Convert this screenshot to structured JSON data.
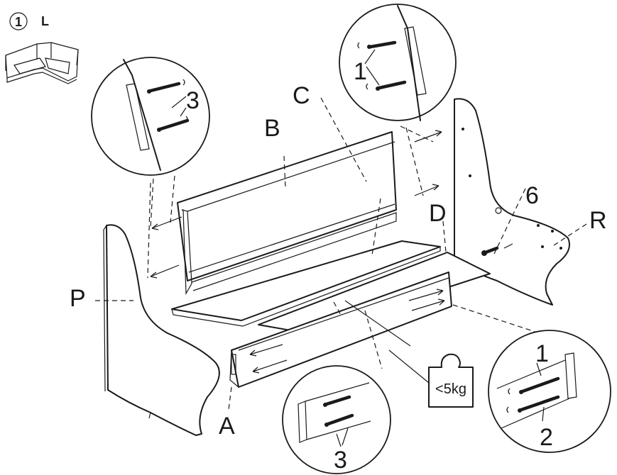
{
  "step": {
    "number": "1",
    "variant": "L"
  },
  "parts": {
    "a": "A",
    "b": "B",
    "c": "C",
    "d": "D",
    "p": "P",
    "r": "R"
  },
  "hardware_callouts": {
    "top_left": "3",
    "top_right": "1",
    "bottom_center": "3",
    "bottom_right_upper": "1",
    "bottom_right_lower": "2",
    "side": "6"
  },
  "weight_limit": "<5kg"
}
